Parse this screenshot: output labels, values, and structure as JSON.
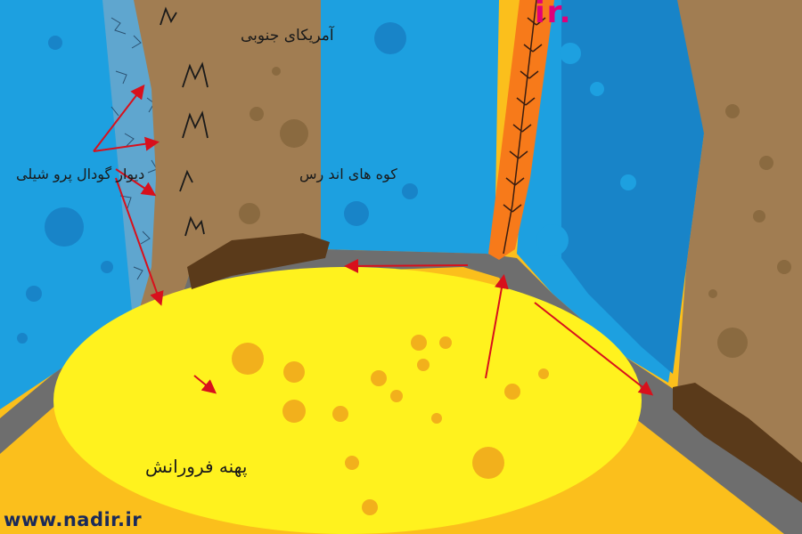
{
  "labels": {
    "south_america": "آمریکای جنوبی",
    "andes_mountains": "کوه های اند رس",
    "trench_walls": "دیوار گودال پرو شیلی",
    "subduction_zone": "پهنه فرورانش"
  },
  "watermark": "www.nadir.ir",
  "top_logo": "ir.",
  "colors": {
    "ocean": "#1da0e0",
    "ocean_dark": "#1884c8",
    "continent": "#a17d52",
    "crust": "#6e6e6e",
    "magma": "#fff21e",
    "mantle": "#fbbf1c",
    "sediment": "#5a3a1a",
    "ridge": "#f77a1a",
    "arrow": "#d8101c"
  }
}
